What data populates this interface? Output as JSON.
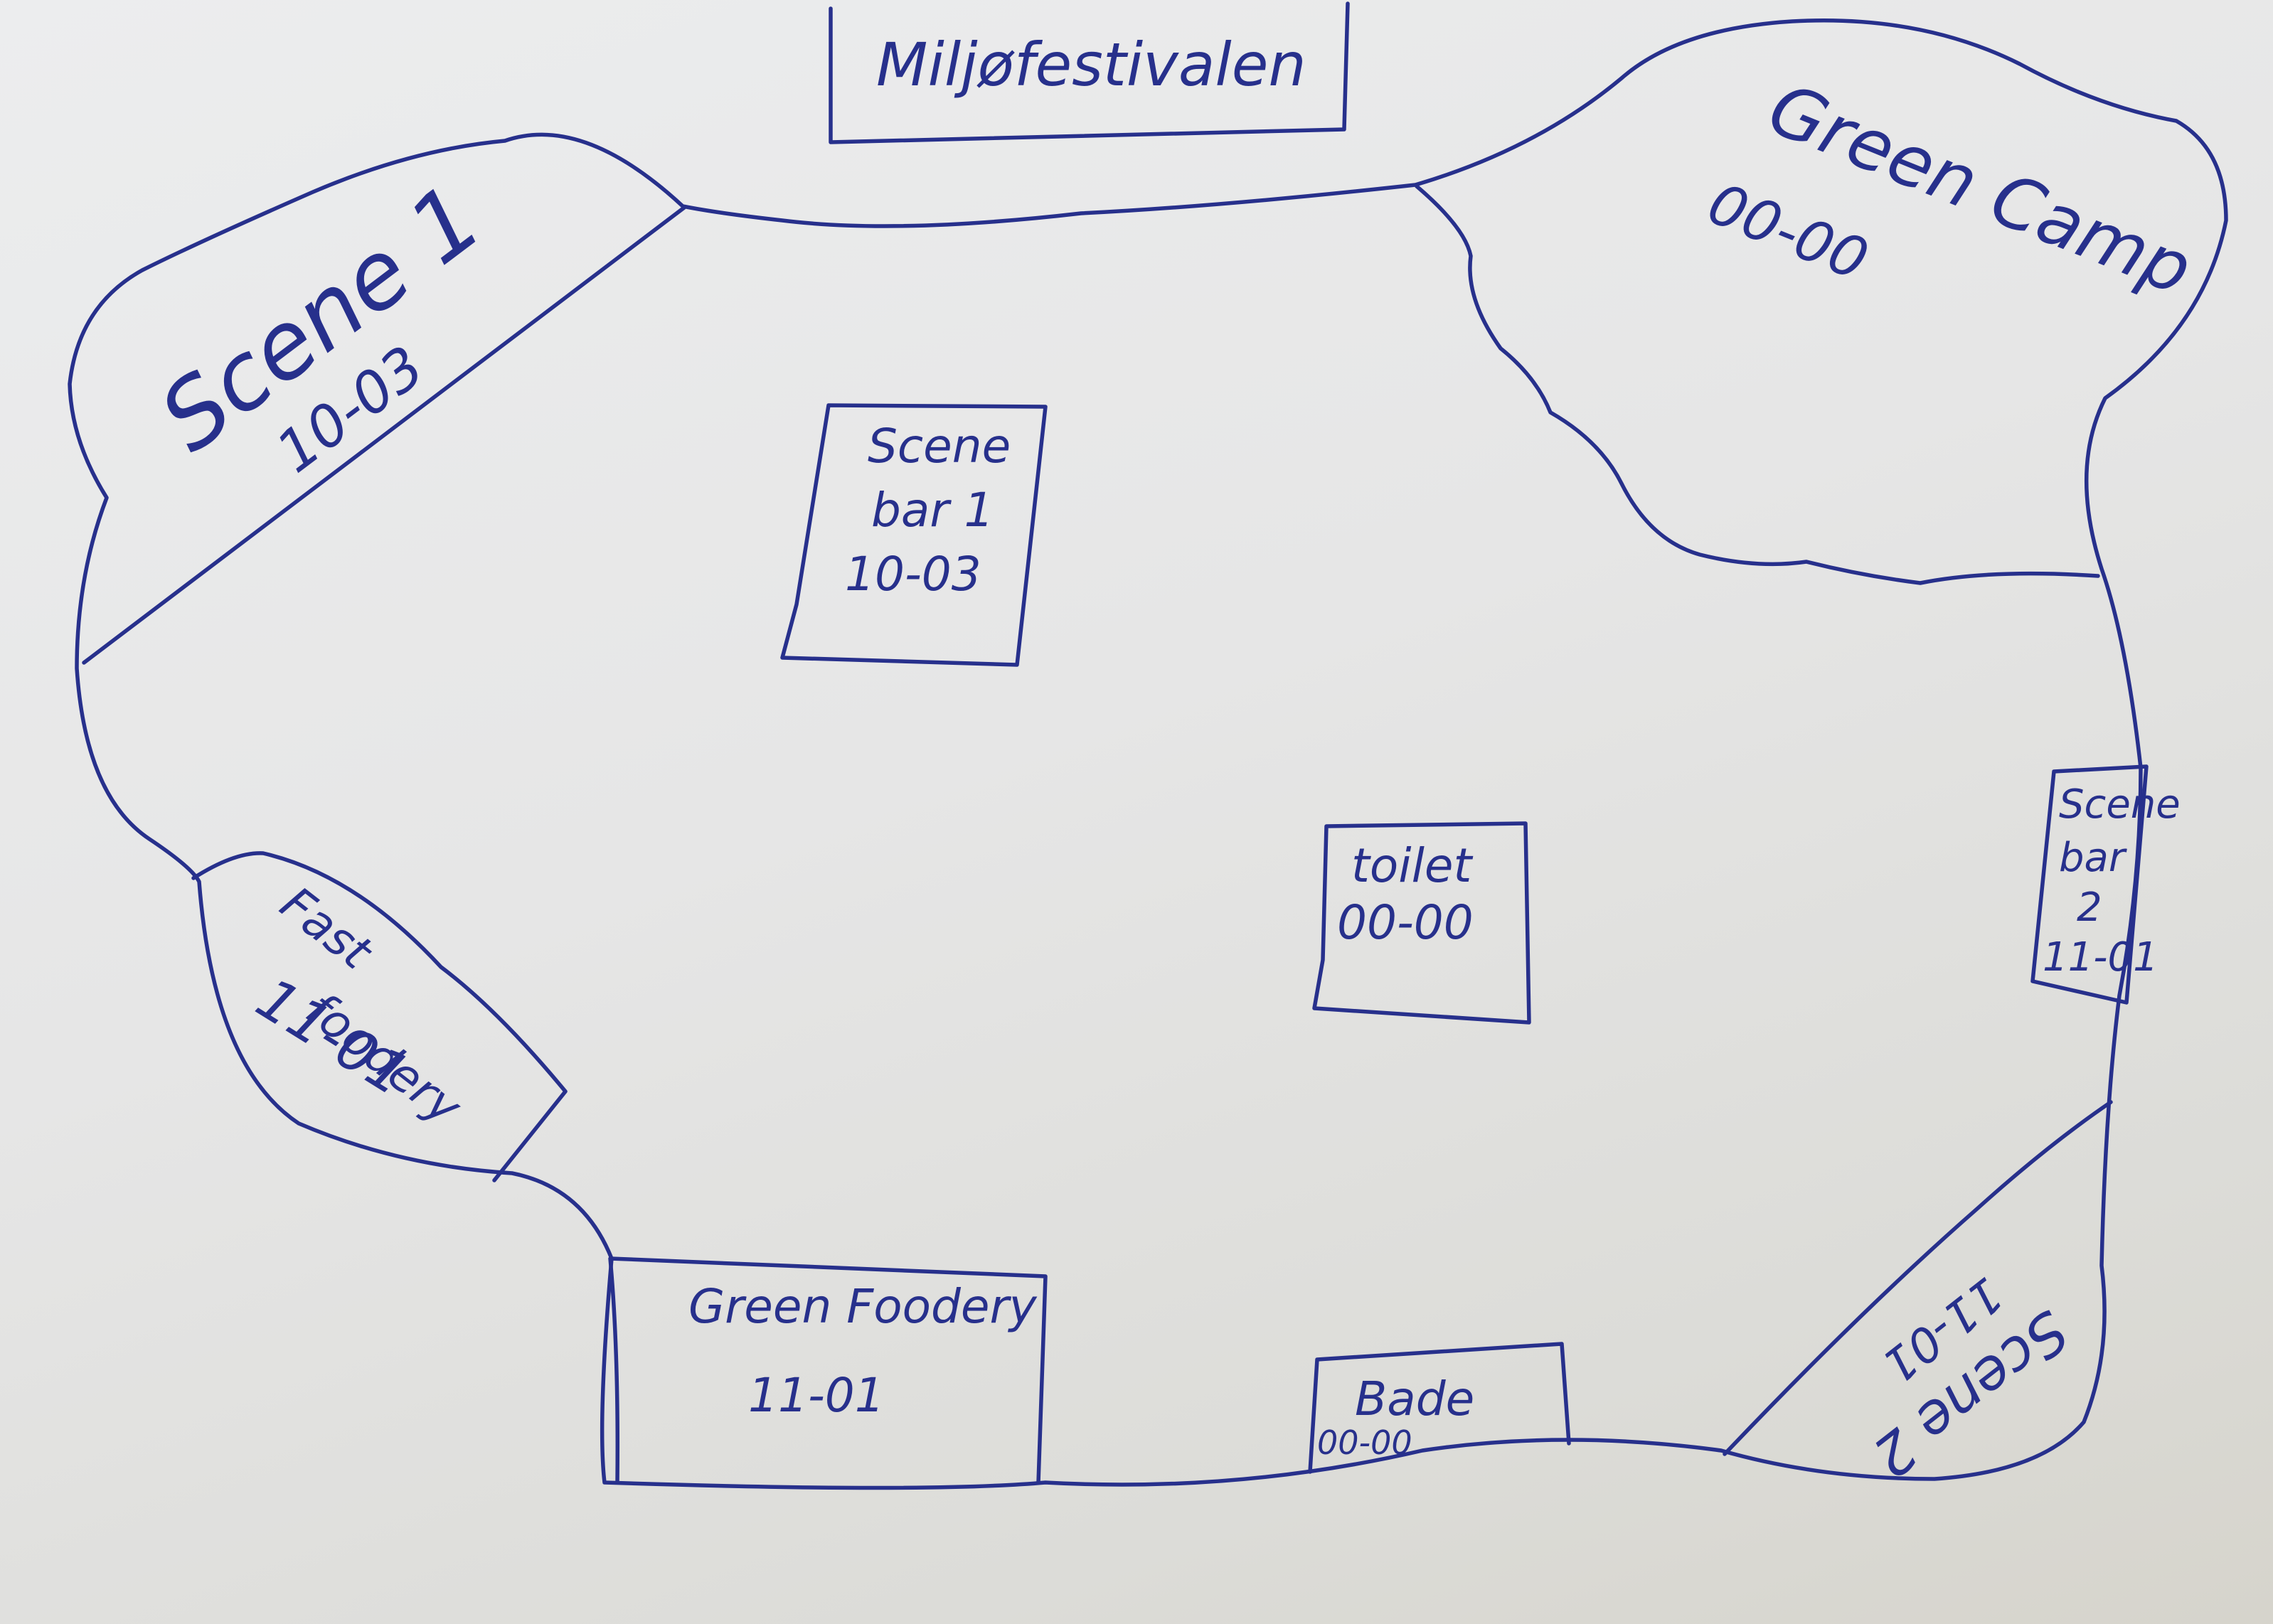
{
  "map": {
    "title": "Miljøfestivalen",
    "areas": {
      "scene1": {
        "name": "Scene 1",
        "hours": "10-03"
      },
      "green_camp": {
        "name": "Green Camp",
        "hours": "00-00"
      },
      "scene_bar_1": {
        "name_line1": "Scene",
        "name_line2": "bar 1",
        "hours": "10-03"
      },
      "toilet": {
        "name": "toilet",
        "hours": "00-00"
      },
      "scene_bar_2": {
        "name_line1": "Scene",
        "name_line2": "bar",
        "name_line3": "2",
        "hours": "11-01"
      },
      "fast_foodery": {
        "name_line1": "Fast",
        "name_line2": "foodery",
        "hours": "11-01"
      },
      "green_foodery": {
        "name": "Green Foodery",
        "hours": "11-01"
      },
      "bade": {
        "name": "Bade",
        "hours": "00-00"
      },
      "scene2": {
        "name": "Scene 2",
        "hours": "11-01"
      }
    },
    "ink_color": "#27308c",
    "paper_color": "#e8e8e8"
  }
}
